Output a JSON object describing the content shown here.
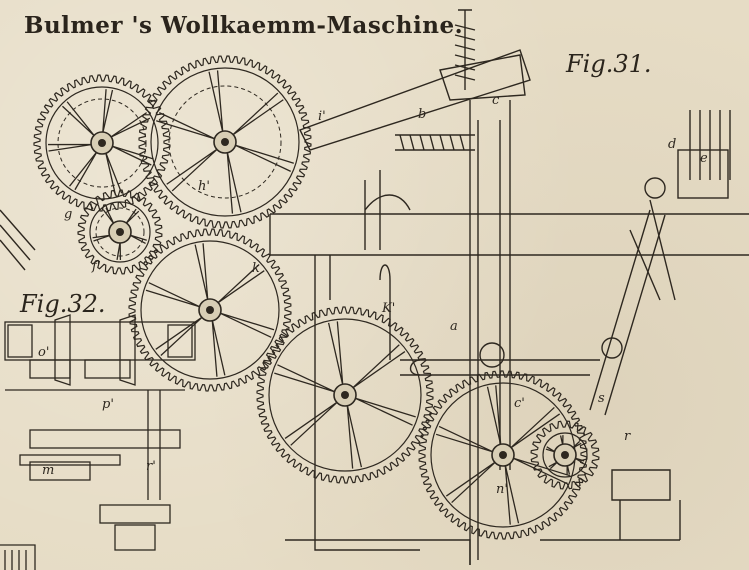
{
  "title": "Bulmer 's Wollkaemm-Maschine.",
  "figures": {
    "fig31": "Fig.31.",
    "fig32": "Fig.32."
  },
  "labels": [
    {
      "id": "l-d",
      "text": "d"
    },
    {
      "id": "l-e",
      "text": "e"
    },
    {
      "id": "l-c",
      "text": "c"
    },
    {
      "id": "l-b",
      "text": "b"
    },
    {
      "id": "l-a",
      "text": "a"
    },
    {
      "id": "l-k",
      "text": "k"
    },
    {
      "id": "l-s",
      "text": "s"
    },
    {
      "id": "l-r",
      "text": "r"
    },
    {
      "id": "l-m",
      "text": "m"
    },
    {
      "id": "l-n",
      "text": "n'"
    },
    {
      "id": "l-o",
      "text": "o'"
    },
    {
      "id": "l-p",
      "text": "p'"
    },
    {
      "id": "l-i",
      "text": "i'"
    },
    {
      "id": "l-h",
      "text": "h'"
    },
    {
      "id": "l-f",
      "text": "f'"
    },
    {
      "id": "l-g",
      "text": "g"
    },
    {
      "id": "l-c2",
      "text": "c'"
    },
    {
      "id": "l-r2",
      "text": "r'"
    },
    {
      "id": "l-k2",
      "text": "K'"
    }
  ],
  "colors": {
    "ink": "#2e2820",
    "paper": "#e6dcc5"
  }
}
